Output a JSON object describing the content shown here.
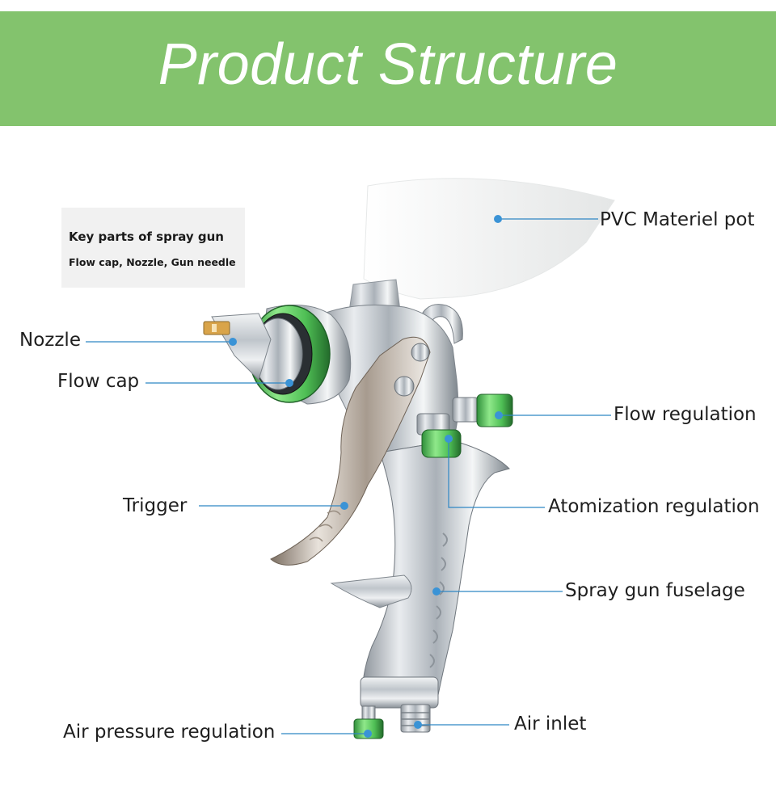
{
  "header": {
    "title": "Product Structure",
    "band_color": "#83c36d"
  },
  "info_box": {
    "title": "Key parts of spray gun",
    "subtitle": "Flow cap, Nozzle, Gun needle"
  },
  "labels": {
    "pvc_pot": "PVC Materiel pot",
    "nozzle": "Nozzle",
    "flow_cap": "Flow cap",
    "flow_regulation": "Flow regulation",
    "trigger": "Trigger",
    "atomization_regulation": "Atomization regulation",
    "fuselage": "Spray gun fuselage",
    "air_pressure_regulation": "Air pressure regulation",
    "air_inlet": "Air inlet"
  },
  "colors": {
    "leader_line": "#2f86c4",
    "leader_dot": "#3a93d6",
    "accent_green": "#6fd46a",
    "metal": "#c9cdd2",
    "pot": "#f2f3f3"
  }
}
